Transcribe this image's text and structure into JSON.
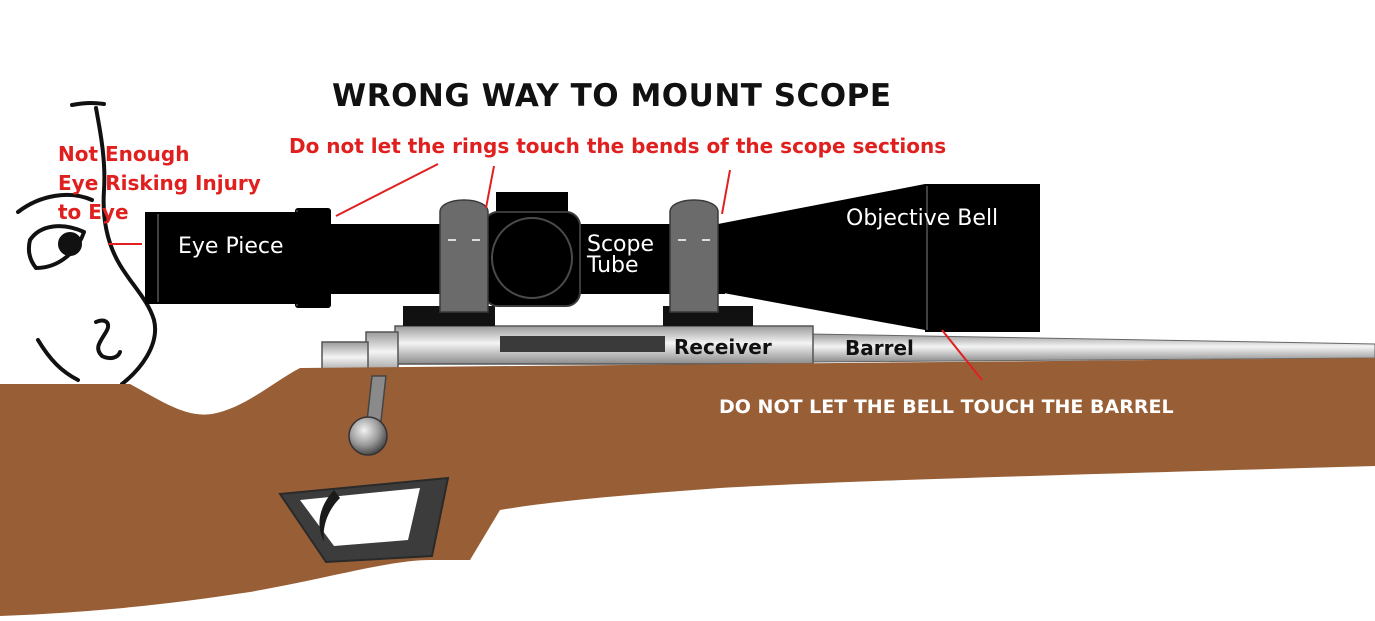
{
  "diagram": {
    "title": "WRONG WAY TO MOUNT SCOPE",
    "warnings": {
      "rings": "Do not let the rings touch the bends of the scope sections",
      "eye_relief_lines": [
        "Not Enough",
        "Eye Risking Injury",
        "to Eye"
      ],
      "bell": "DO NOT LET THE  BELL TOUCH THE BARREL"
    },
    "parts": {
      "eye_piece": "Eye Piece",
      "scope_tube_lines": [
        "Scope",
        "Tube"
      ],
      "objective_bell": "Objective Bell",
      "receiver": "Receiver",
      "barrel": "Barrel"
    },
    "colors": {
      "stock": "#985f37",
      "scope": "#000000",
      "rings": "#6b6b6b",
      "warning": "#e0201f",
      "steel": "#d4d4d4"
    }
  }
}
